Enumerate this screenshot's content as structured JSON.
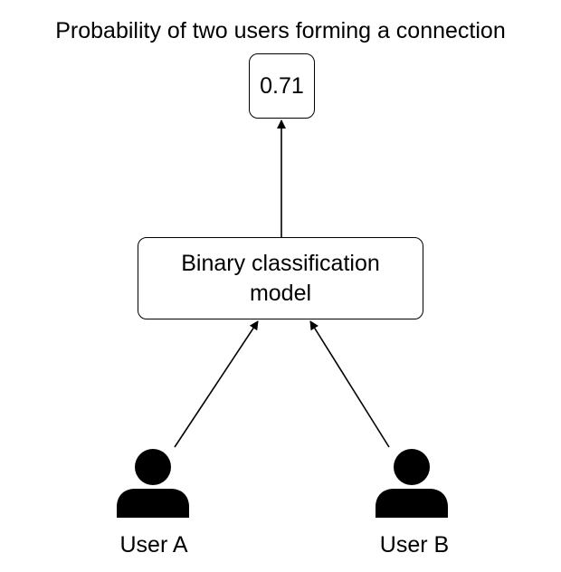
{
  "diagram": {
    "title": "Probability of two users forming a connection",
    "output_value": "0.71",
    "model_label": "Binary classification model",
    "users": [
      {
        "label": "User A",
        "icon": "user-icon"
      },
      {
        "label": "User B",
        "icon": "user-icon"
      }
    ],
    "colors": {
      "stroke": "#000000",
      "background": "#ffffff"
    }
  }
}
